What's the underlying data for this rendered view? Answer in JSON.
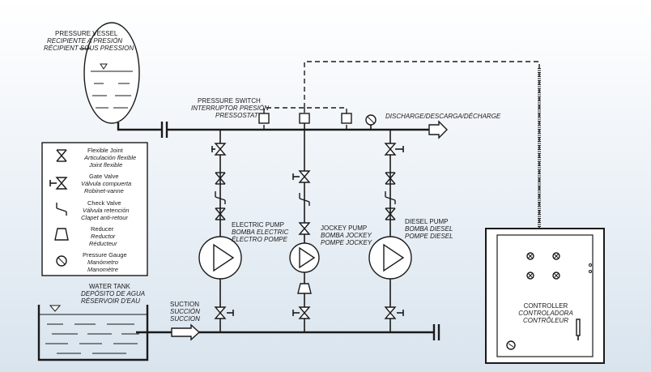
{
  "labels": {
    "pressure_vessel": [
      "PRESSURE VESSEL",
      "RECIPIENTE A PRESIÓN",
      "RÉCIPIENT SOUS PRESSION"
    ],
    "pressure_switch": [
      "PRESSURE SWITCH",
      "INTERRUPTOR PRESIÓN",
      "PRESSOSTAT"
    ],
    "discharge": "DISCHARGE/DESCARGA/DÉCHARGE",
    "electric_pump": [
      "ELECTRIC PUMP",
      "BOMBA  ELECTRIC",
      "ÉLECTRO  POMPE"
    ],
    "jockey_pump": [
      "JOCKEY PUMP",
      "BOMBA JOCKEY",
      "POMPE JOCKEY"
    ],
    "diesel_pump": [
      "DIESEL PUMP",
      "BOMBA DIESEL",
      "POMPE DIESEL"
    ],
    "water_tank": [
      "WATER TANK",
      "DEPÓSITO DE AGUA",
      "RÉSERVOIR D'EAU"
    ],
    "suction": [
      "SUCTION",
      "SUCCIÓN",
      "SUCCION"
    ],
    "controller": [
      "CONTROLLER",
      "CONTROLADORA",
      "CONTRÔLEUR"
    ]
  },
  "legend": [
    {
      "icon": "flexible-joint-icon",
      "lines": [
        "Flexible Joint",
        "Articulación flexible",
        "Joint flexible"
      ]
    },
    {
      "icon": "gate-valve-icon",
      "lines": [
        "Gate Valve",
        "Válvula compuerta",
        "Robinet-vanne"
      ]
    },
    {
      "icon": "check-valve-icon",
      "lines": [
        "Check Valve",
        "Válvula retención",
        "Clapet anti-retour"
      ]
    },
    {
      "icon": "reducer-icon",
      "lines": [
        "Reducer",
        "Reductor",
        "Réducteur"
      ]
    },
    {
      "icon": "pressure-gauge-icon",
      "lines": [
        "Pressure Gauge",
        "Manómetro",
        "Manomètre"
      ]
    }
  ]
}
